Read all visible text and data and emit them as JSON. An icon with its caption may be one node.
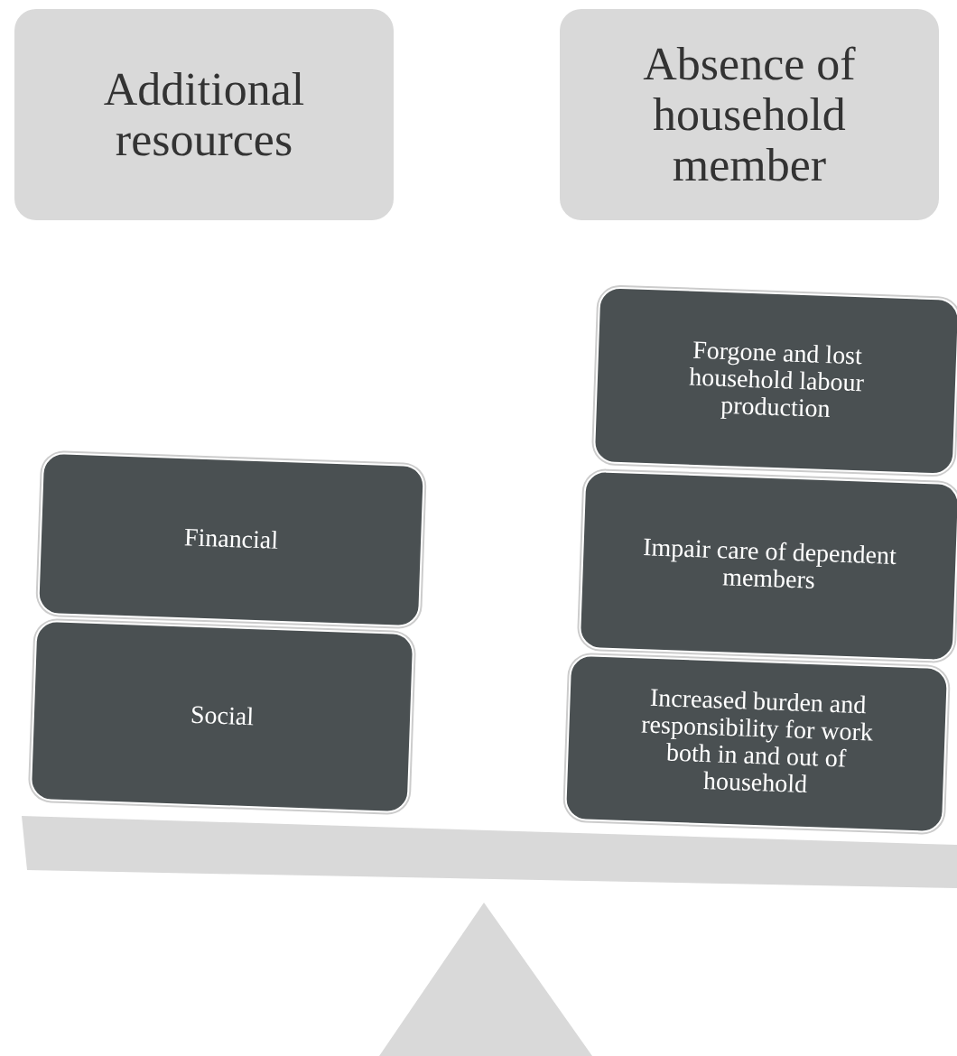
{
  "diagram": {
    "nodes": [
      {
        "text": [
          "Additional resources"
        ]
      },
      {
        "text": [
          "Absence of household member"
        ]
      },
      {
        "text": [
          "Financial"
        ]
      },
      {
        "text": [
          "Social"
        ]
      },
      {
        "text": [
          "Forgone and lost household labour production"
        ]
      },
      {
        "text": [
          "Impair care of dependent members"
        ]
      },
      {
        "text": [
          "Increased burden and responsibility for work both in and out of household"
        ]
      }
    ],
    "edges": []
  }
}
